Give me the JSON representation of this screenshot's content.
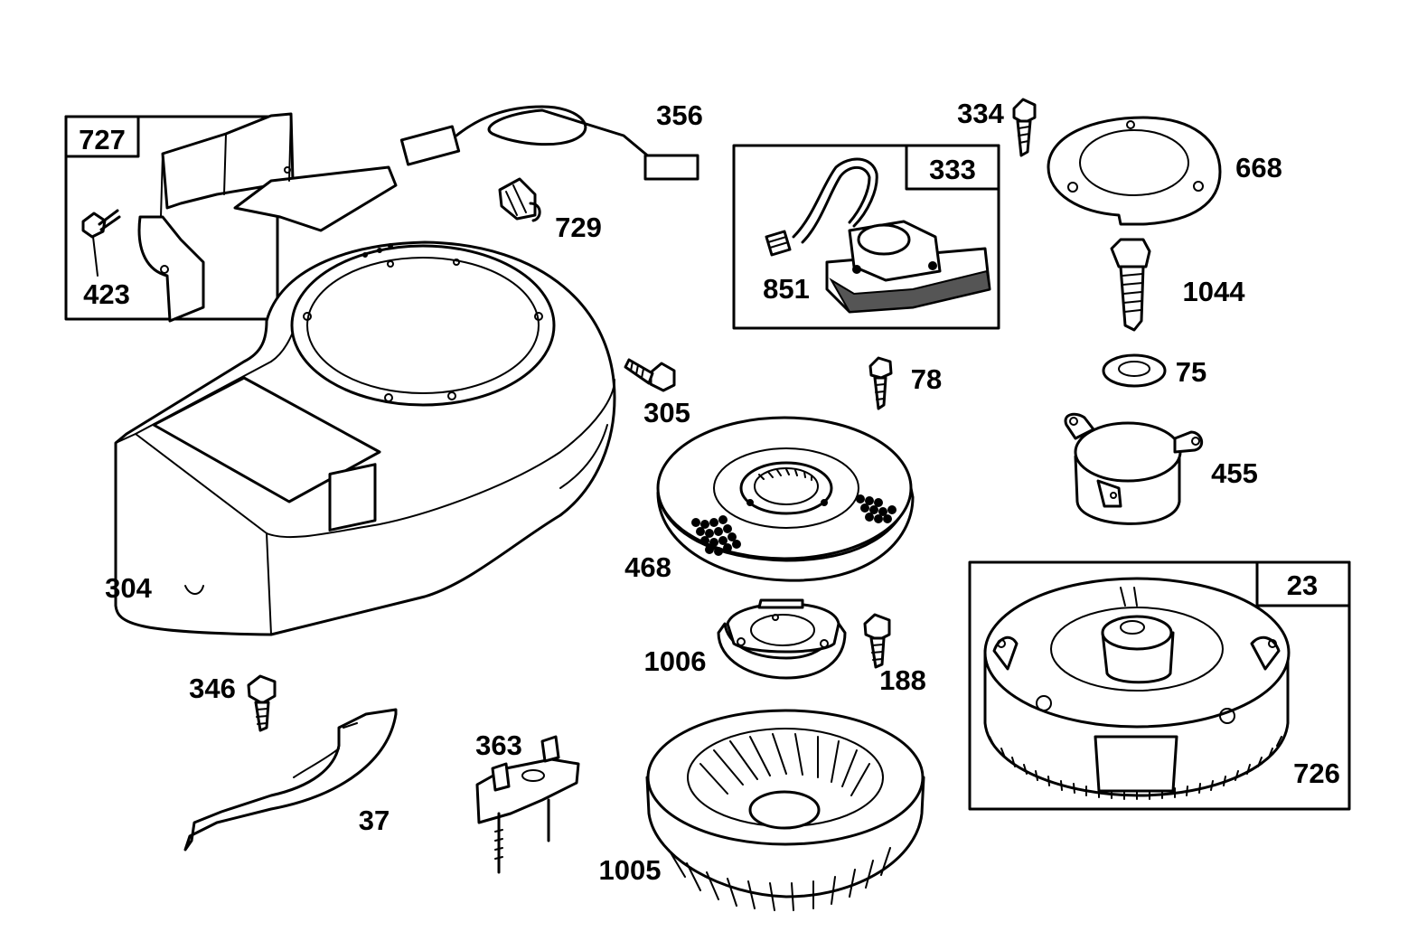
{
  "callouts": {
    "p727": "727",
    "p423": "423",
    "p356": "356",
    "p729": "729",
    "p333": "333",
    "p851": "851",
    "p334": "334",
    "p668": "668",
    "p1044": "1044",
    "p75": "75",
    "p78": "78",
    "p305": "305",
    "p455": "455",
    "p468": "468",
    "p304": "304",
    "p23": "23",
    "p1006": "1006",
    "p188": "188",
    "p346": "346",
    "p363": "363",
    "p37": "37",
    "p726": "726",
    "p1005": "1005"
  },
  "colors": {
    "line": "#000000",
    "background": "#ffffff"
  }
}
